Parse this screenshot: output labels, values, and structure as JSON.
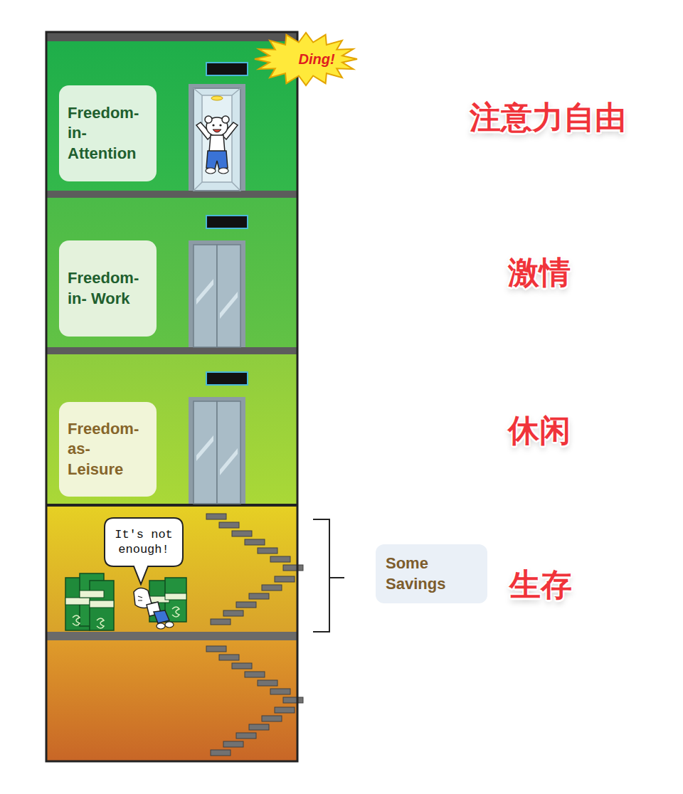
{
  "diagram": {
    "nodes": [
      {
        "text": [
          "Ding!"
        ]
      },
      {
        "text": [
          "Freedom- in- Attention"
        ]
      },
      {
        "text": [
          "Freedom- in- Work"
        ]
      },
      {
        "text": [
          "Freedom- as- Leisure"
        ]
      },
      {
        "text": [
          "It's not enough!"
        ]
      },
      {
        "text": [
          "Some Savings"
        ]
      }
    ],
    "labels": [
      "注意力自由",
      "激情",
      "休闲",
      "生存"
    ]
  }
}
